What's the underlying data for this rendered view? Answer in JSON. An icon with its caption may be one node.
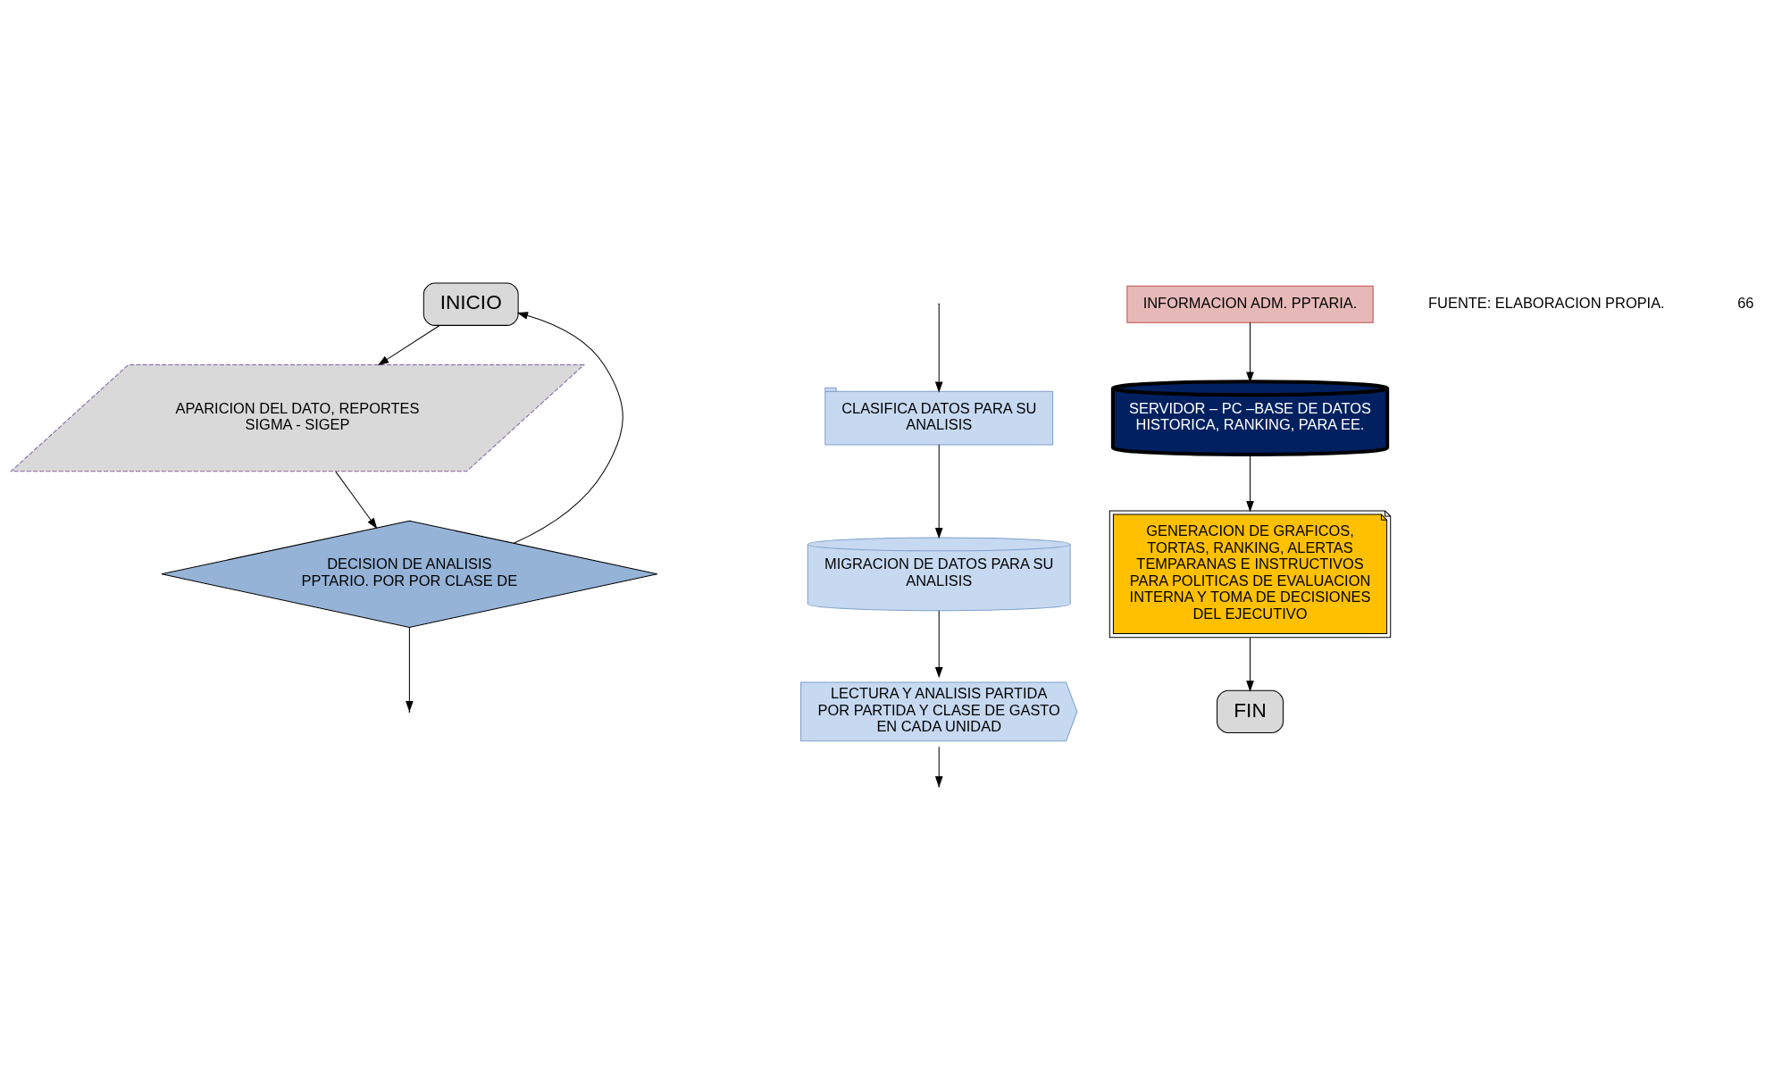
{
  "diagram": {
    "nodes": [
      {
        "text": [
          "INICIO"
        ]
      },
      {
        "text": [
          "APARICION DEL DATO, REPORTES SIGMA - SIGEP"
        ]
      },
      {
        "text": [
          "DECISION DE ANALISIS PPTARIO. POR POR CLASE DE"
        ]
      },
      {
        "text": [
          "CLASIFICA DATOS PARA SU ANALISIS"
        ]
      },
      {
        "text": [
          "MIGRACION DE DATOS PARA SU ANALISIS"
        ]
      },
      {
        "text": [
          "LECTURA Y ANALISIS PARTIDA POR PARTIDA Y CLASE DE GASTO EN CADA UNIDAD"
        ]
      },
      {
        "text": [
          "INFORMACION ADM. PPTARIA."
        ]
      },
      {
        "text": [
          "SERVIDOR – PC –BASE DE DATOS HISTORICA, RANKING, PARA EE."
        ]
      },
      {
        "text": [
          "GENERACION DE GRAFICOS, TORTAS, RANKING, ALERTAS TEMPARANAS E INSTRUCTIVOS PARA POLITICAS DE EVALUACION INTERNA Y TOMA DE DECISIONES DEL EJECUTIVO"
        ]
      },
      {
        "text": [
          "FIN"
        ]
      }
    ],
    "edges": [
      {
        "from": 2,
        "to": 0,
        "arrow": "to"
      },
      {
        "from": 0,
        "to": 1,
        "arrow": "to"
      },
      {
        "from": 1,
        "to": 2,
        "arrow": "to"
      },
      {
        "from": 2,
        "to": null,
        "arrow": "to"
      },
      {
        "from": null,
        "to": 3,
        "arrow": "to"
      },
      {
        "from": 3,
        "to": 4,
        "arrow": "to"
      },
      {
        "from": 4,
        "to": 5,
        "arrow": "to"
      },
      {
        "from": 5,
        "to": null,
        "arrow": "to"
      },
      {
        "from": 6,
        "to": 7,
        "arrow": "to"
      },
      {
        "from": 7,
        "to": 8,
        "arrow": "to"
      },
      {
        "from": 8,
        "to": 9,
        "arrow": "to"
      }
    ],
    "labels": [
      "FUENTE: ELABORACION PROPIA.",
      "66"
    ]
  }
}
